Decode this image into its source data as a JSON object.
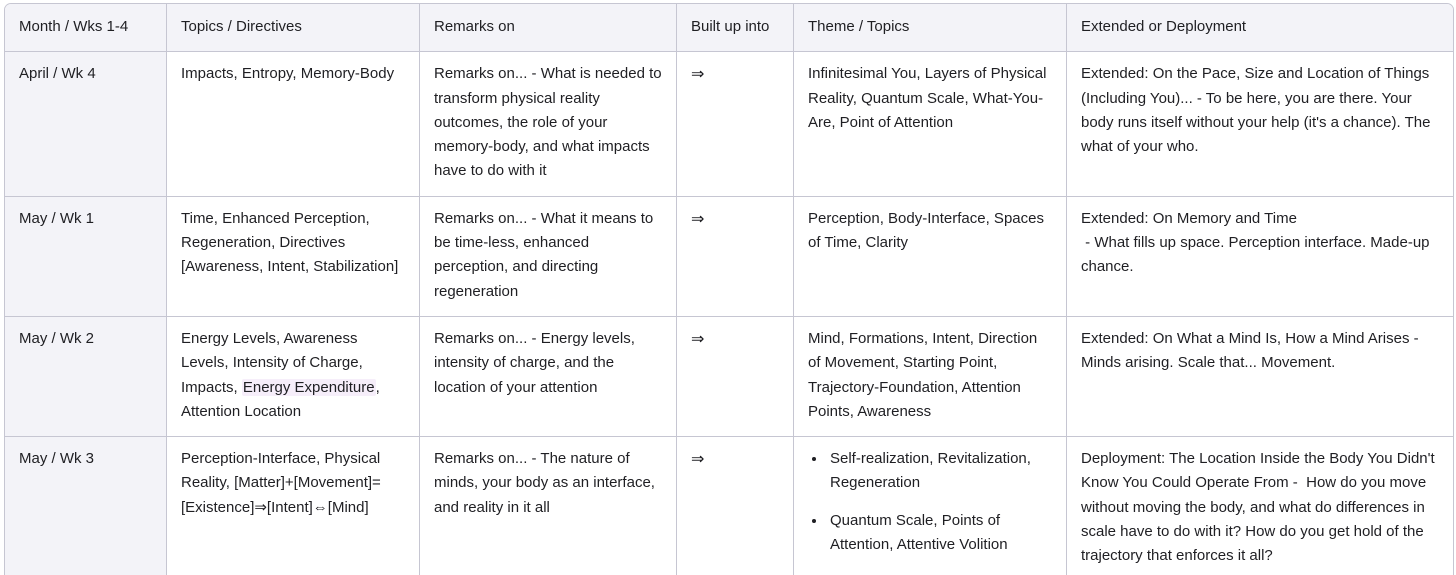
{
  "table": {
    "columns": [
      "Month / Wks 1-4",
      "Topics / Directives",
      "Remarks on",
      "Built up into",
      "Theme / Topics",
      "Extended or Deployment"
    ],
    "arrow_glyph": "⇒",
    "highlight_color": "#f6eefa",
    "border_color": "#c6c6d2",
    "header_background": "#f3f3f8",
    "text_color": "#1f1f23",
    "rows": [
      {
        "month": "April / Wk 4",
        "topics_before_highlight": "Impacts, Entropy, Memory-Body",
        "topics_highlight": "",
        "topics_after_highlight": "",
        "remarks": "Remarks on... - What is needed to transform physical reality outcomes, the role of your memory-body, and what impacts have to do with it",
        "built_up_into": "⇒",
        "theme": "Infinitesimal You, Layers of Physical Reality, Quantum Scale, What-You-Are, Point of Attention",
        "theme_bullets": [],
        "extended": "Extended: On the Pace, Size and Location of Things (Including You)... - To be here, you are there. Your body runs itself without your help (it's a chance). The what of your who."
      },
      {
        "month": "May / Wk 1",
        "topics_before_highlight": "Time, Enhanced Perception, Regeneration, Directives [Awareness, Intent, Stabilization]",
        "topics_highlight": "",
        "topics_after_highlight": "",
        "remarks": "Remarks on... - What it means to be time-less, enhanced perception, and directing regeneration",
        "built_up_into": "⇒",
        "theme": "Perception, Body-Interface, Spaces of Time, Clarity",
        "theme_bullets": [],
        "extended": "Extended: On Memory and Time\n - What fills up space. Perception interface. Made-up chance."
      },
      {
        "month": "May / Wk 2",
        "topics_before_highlight": "Energy Levels, Awareness Levels, Intensity of Charge, Impacts, ",
        "topics_highlight": "Energy Expenditure",
        "topics_after_highlight": ", Attention Location",
        "remarks": "Remarks on... - Energy levels, intensity of charge, and the location of your attention",
        "built_up_into": "⇒",
        "theme": "Mind, Formations, Intent, Direction of Movement, Starting Point, Trajectory-Foundation, Attention Points, Awareness",
        "theme_bullets": [],
        "extended": "Extended: On What a Mind Is, How a Mind Arises -  Minds arising. Scale that... Movement."
      },
      {
        "month": "May / Wk 3",
        "topics_before_highlight": "Perception-Interface, Physical Reality, [Matter]+[Movement]=[Existence]⇒[Intent]⇔[Mind]",
        "topics_highlight": "",
        "topics_after_highlight": "",
        "remarks": "Remarks on... - The nature of minds, your body as an interface, and reality in it all",
        "built_up_into": "⇒",
        "theme": "",
        "theme_bullets": [
          "Self-realization, Revitalization, Regeneration",
          "Quantum Scale, Points of Attention, Attentive Volition"
        ],
        "extended": "Deployment: The Location Inside the Body You Didn't Know You Could Operate From -  How do you move without moving the body, and what do differences in scale have to do with it? How do you get hold of the trajectory that enforces it all?"
      }
    ]
  }
}
